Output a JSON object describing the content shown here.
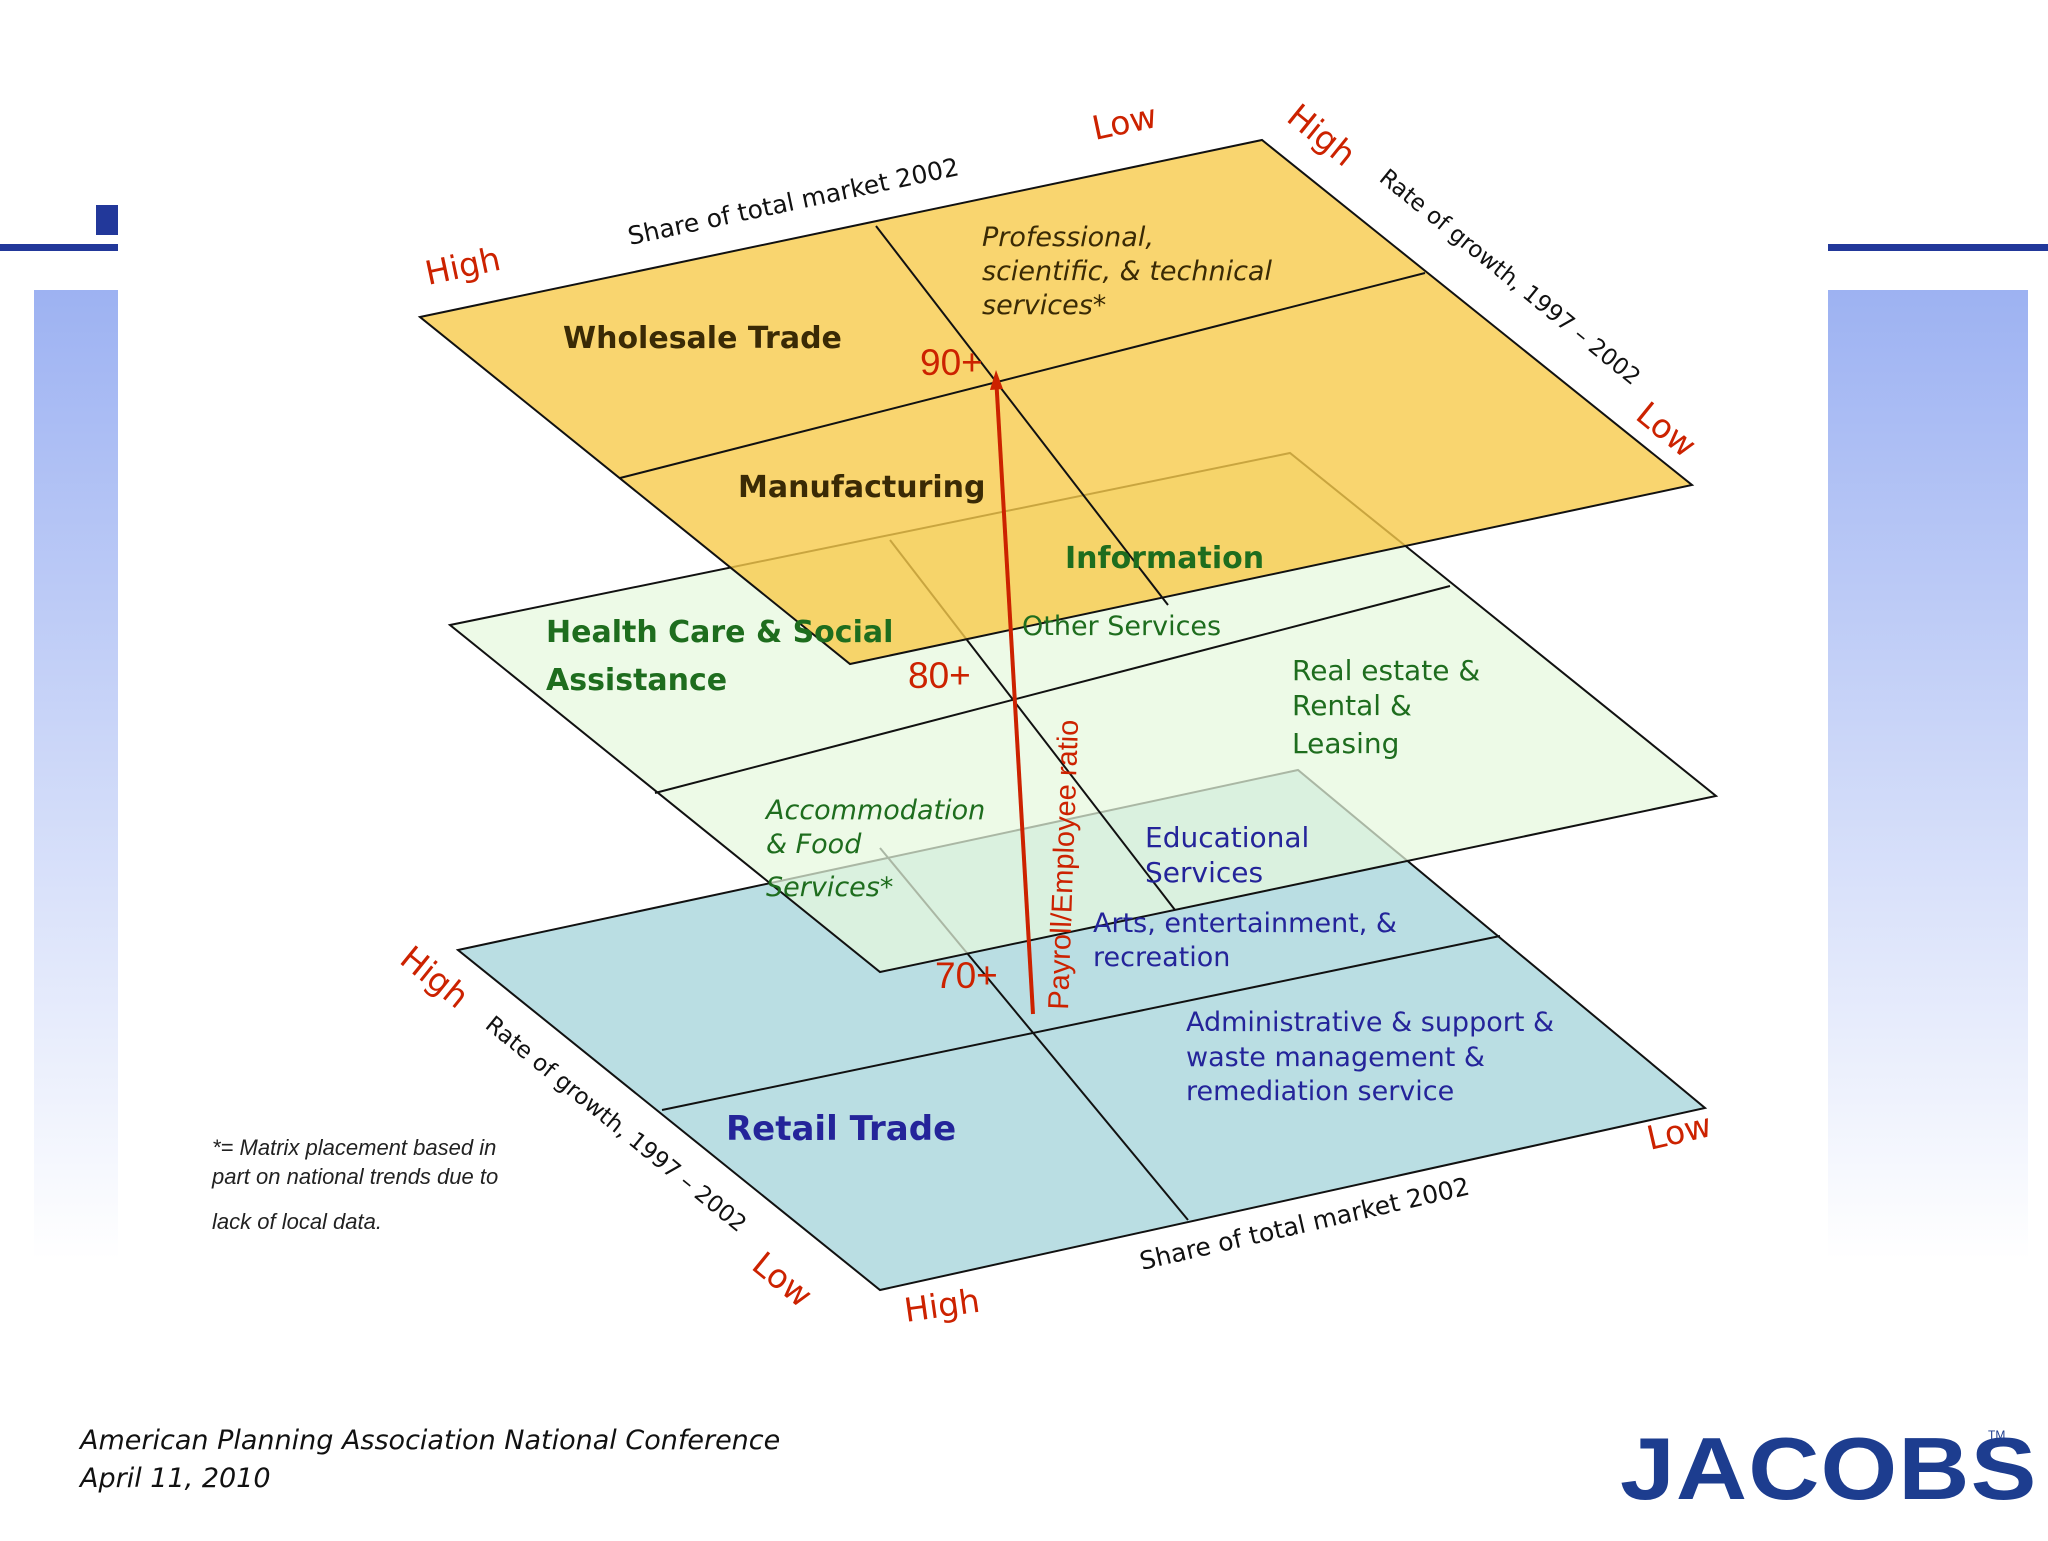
{
  "diagram": {
    "top_layer": {
      "label_high": "High",
      "label_low_top": "Low",
      "label_high_right": "High",
      "label_low_right": "Low",
      "axis_share": "Share of total market 2002",
      "axis_growth": "Rate of growth, 1997 – 2002",
      "level": "90+",
      "cells": {
        "wholesale": "Wholesale Trade",
        "professional": [
          "Professional,",
          "scientific, & technical",
          "services*"
        ],
        "manufacturing": "Manufacturing"
      }
    },
    "middle_layer": {
      "level": "80+",
      "cells": {
        "information": "Information",
        "health": [
          "Health Care & Social",
          "Assistance"
        ],
        "other": "Other Services",
        "real_estate": [
          "Real estate &",
          "Rental &",
          "Leasing"
        ],
        "accommodation": [
          "Accommodation",
          "& Food",
          "Services*"
        ],
        "educational": [
          "Educational",
          "Services"
        ]
      }
    },
    "bottom_layer": {
      "label_high_left": "High",
      "label_low_left": "Low",
      "label_high_bottom": "High",
      "label_low_right": "Low",
      "axis_share": "Share of total market 2002",
      "axis_growth": "Rate of growth, 1997 – 2002",
      "level": "70+",
      "cells": {
        "arts": [
          "Arts, entertainment, &",
          "recreation"
        ],
        "admin": [
          "Administrative & support &",
          "waste management &",
          "remediation service"
        ],
        "retail": "Retail Trade"
      }
    },
    "vertical_axis": "Payroll/Employee ratio",
    "footnote": [
      "*= Matrix placement based in",
      "part on national trends due to",
      "lack of local data."
    ]
  },
  "footer": {
    "line1": "American Planning Association National Conference",
    "line2": "April 11, 2010",
    "logo": "JACOBS",
    "trademark": "TM"
  },
  "colors": {
    "top_plane": "#f7ca4b",
    "middle_plane": "#e6f8de",
    "bottom_plane": "#a9d6dc",
    "accent_red": "#cc2200",
    "text_green": "#1e6d1e",
    "text_blue": "#24249a",
    "text_brown": "#3a2a05",
    "brand_blue": "#1d3d8f"
  }
}
